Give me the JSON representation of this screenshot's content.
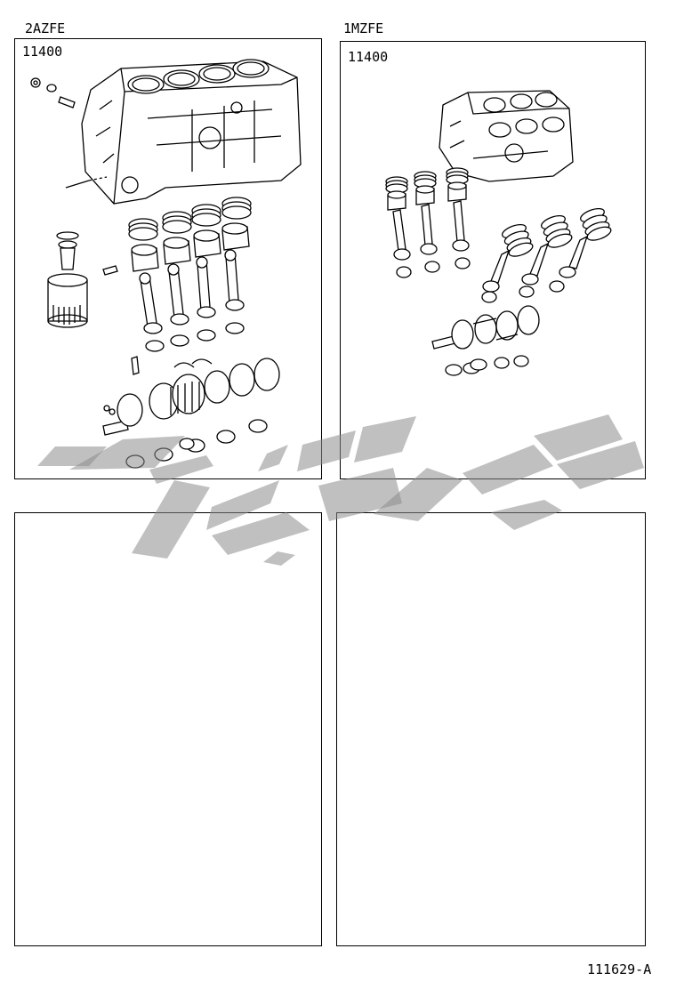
{
  "diagrams": [
    {
      "engine": "2AZFE",
      "part_number": "11400"
    },
    {
      "engine": "1MZFE",
      "part_number": "11400"
    }
  ],
  "figure_id": "111629-A"
}
